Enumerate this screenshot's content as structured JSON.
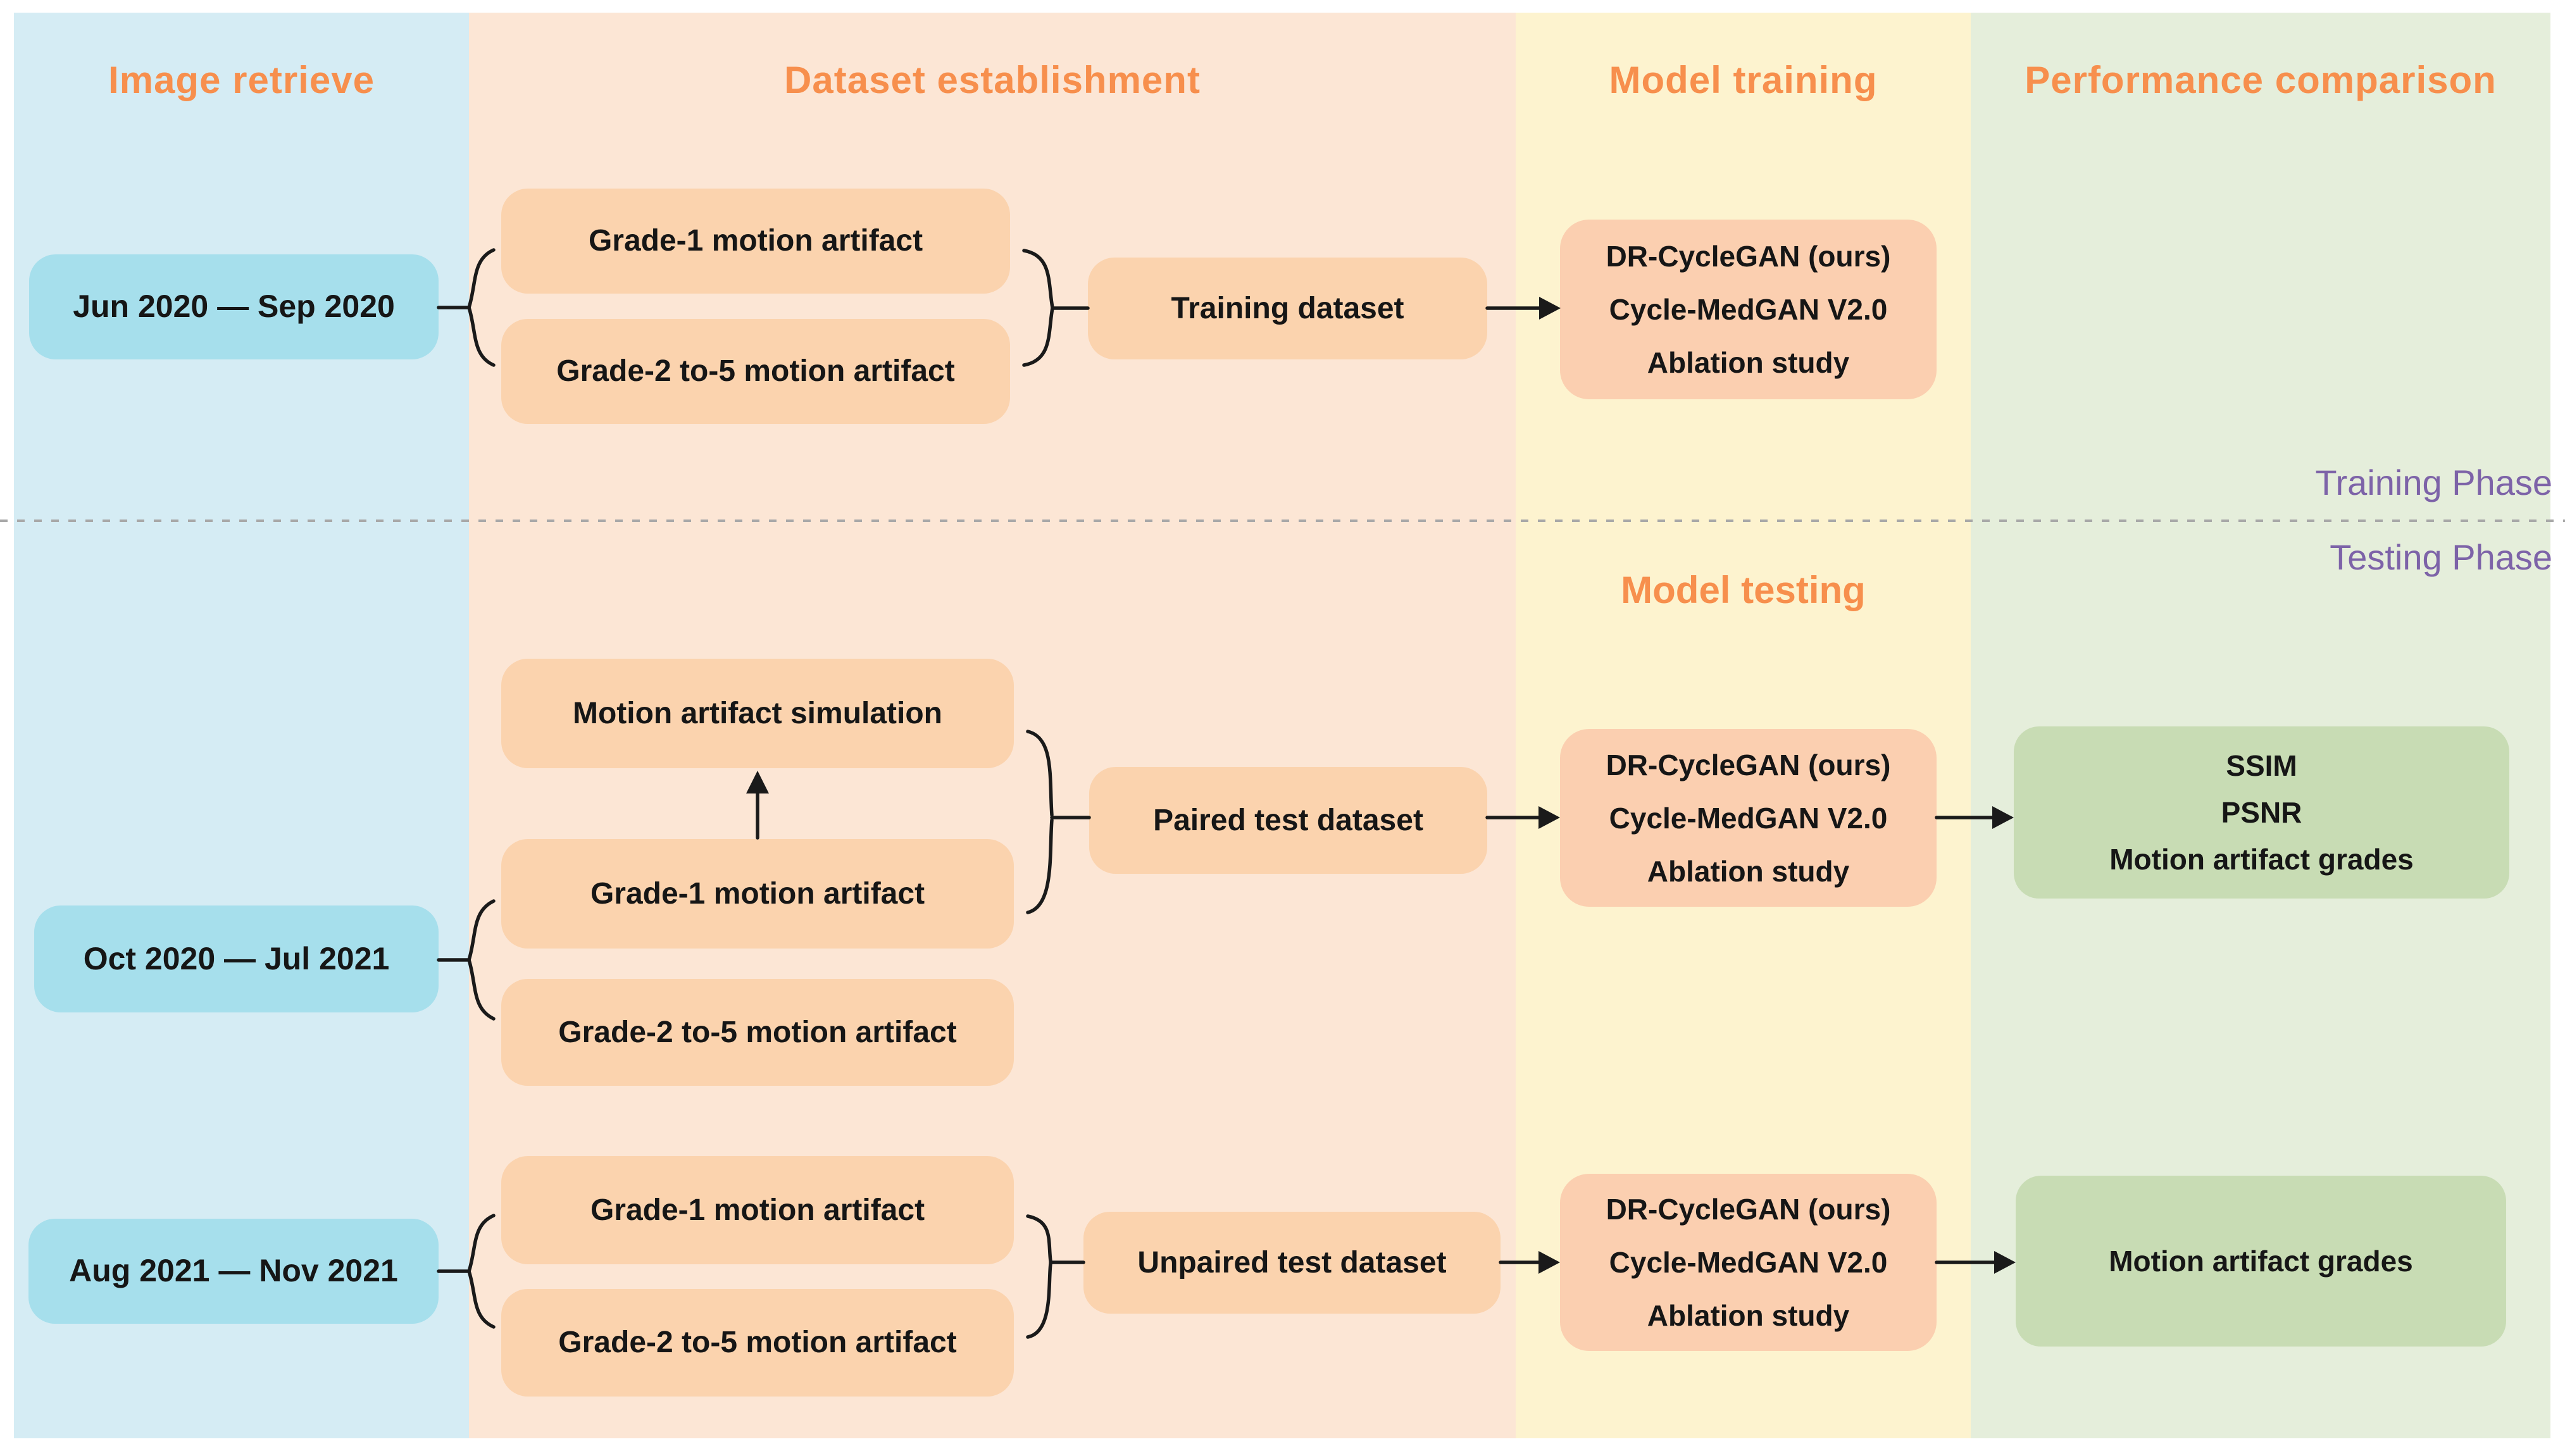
{
  "columns": [
    {
      "id": "image-retrieve",
      "label": "Image retrieve"
    },
    {
      "id": "dataset-establishment",
      "label": "Dataset establishment"
    },
    {
      "id": "model-training",
      "label": "Model training"
    },
    {
      "id": "performance-comparison",
      "label": "Performance comparison"
    }
  ],
  "phases": {
    "training": "Training Phase",
    "testing": "Testing Phase"
  },
  "section_headings": {
    "model_testing": "Model testing"
  },
  "rows": {
    "training": {
      "date_range": "Jun 2020 — Sep 2020",
      "grade1": "Grade-1 motion artifact",
      "grade2": "Grade-2 to-5 motion artifact",
      "dataset": "Training dataset",
      "models": [
        "DR-CycleGAN (ours)",
        "Cycle-MedGAN V2.0",
        "Ablation study"
      ]
    },
    "paired_test": {
      "date_range": "Oct 2020 — Jul 2021",
      "simulation": "Motion artifact simulation",
      "grade1": "Grade-1 motion artifact",
      "grade2": "Grade-2 to-5 motion artifact",
      "dataset": "Paired test dataset",
      "models": [
        "DR-CycleGAN (ours)",
        "Cycle-MedGAN V2.0",
        "Ablation study"
      ],
      "metrics": [
        "SSIM",
        "PSNR",
        "Motion artifact grades"
      ]
    },
    "unpaired_test": {
      "date_range": "Aug 2021 — Nov 2021",
      "grade1": "Grade-1 motion artifact",
      "grade2": "Grade-2 to-5 motion artifact",
      "dataset": "Unpaired test dataset",
      "models": [
        "DR-CycleGAN (ours)",
        "Cycle-MedGAN V2.0",
        "Ablation study"
      ],
      "metrics": [
        "Motion artifact grades"
      ]
    }
  },
  "colors": {
    "column_image_retrieve_bg": "#d5ecf4",
    "column_dataset_bg": "#fce6d5",
    "column_model_bg": "#fdf3cf",
    "column_performance_bg": "#e5eedb",
    "date_box_fill": "#a6dfec",
    "process_box_fill": "#fbd3ae",
    "model_box_fill": "#fbcfb0",
    "result_box_fill": "#c8dcb4",
    "heading_text": "#f78f4d",
    "phase_text": "#7d63a8",
    "body_text": "#161616",
    "divider_line": "#a8a8a8"
  }
}
